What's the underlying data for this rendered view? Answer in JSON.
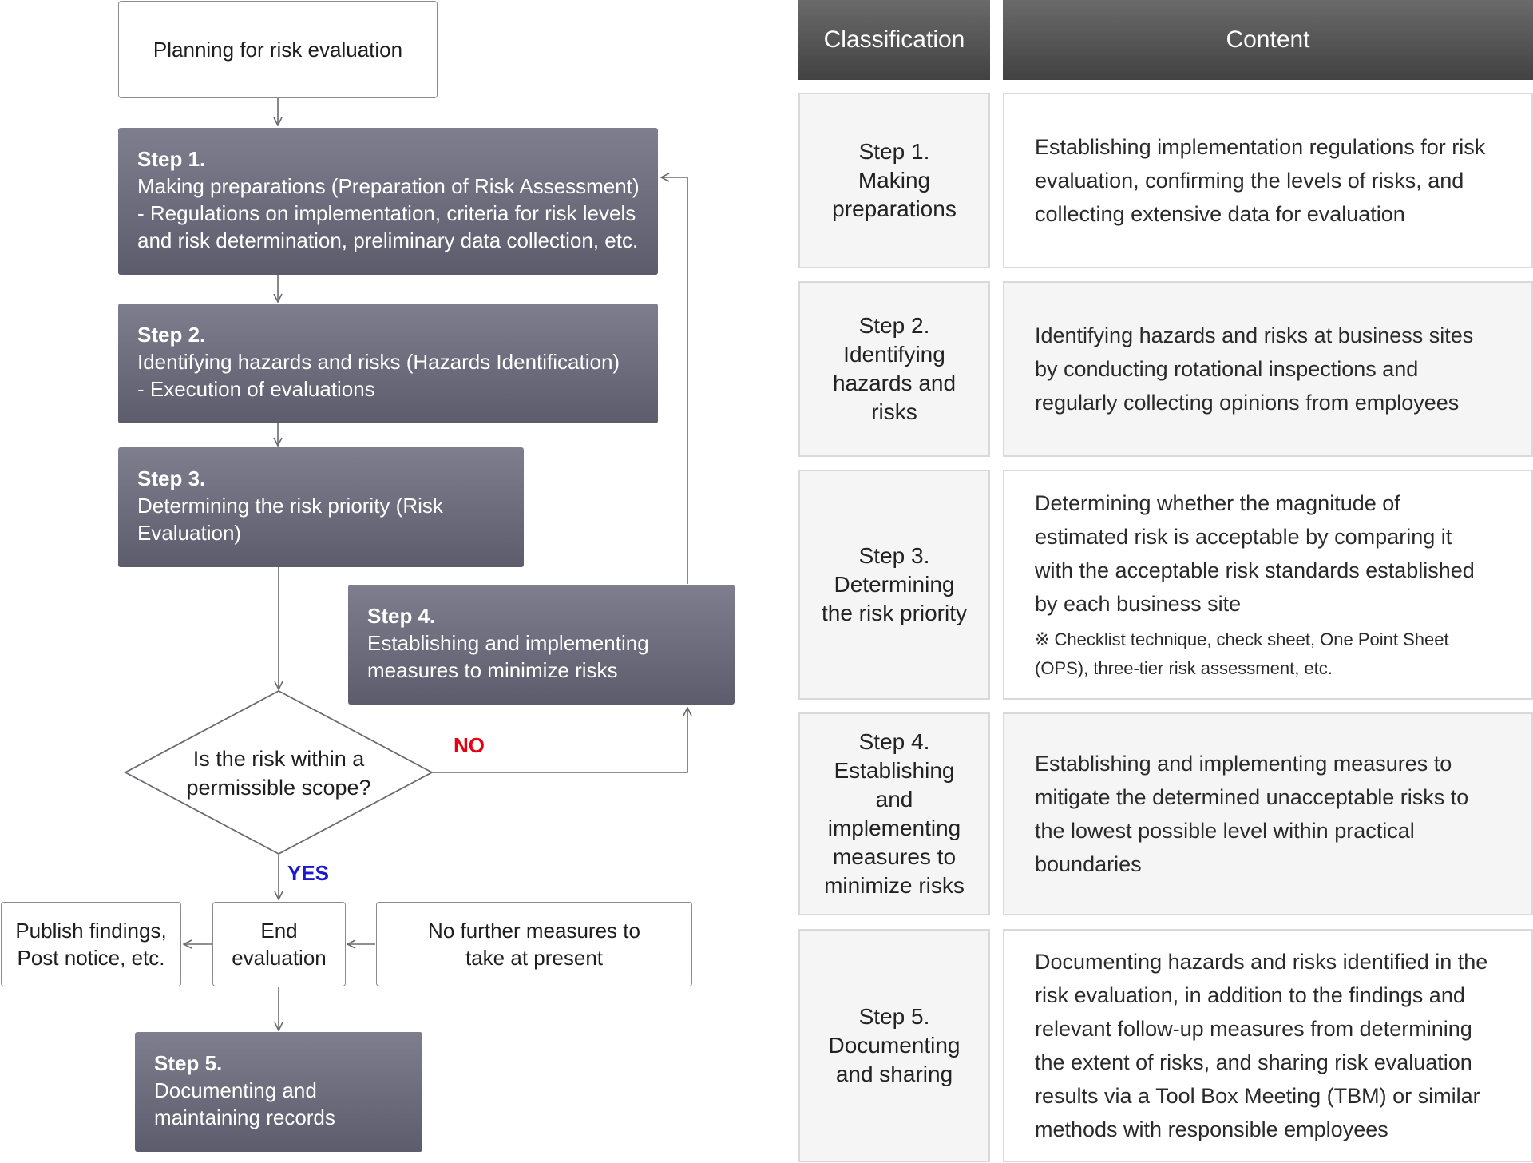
{
  "flow": {
    "planning": "Planning for risk evaluation",
    "step1": {
      "title": "Step 1.",
      "lines": [
        "Making preparations (Preparation of Risk Assessment)",
        "- Regulations on implementation, criteria for risk levels",
        "and risk determination, preliminary data collection, etc."
      ]
    },
    "step2": {
      "title": "Step 2.",
      "lines": [
        "Identifying hazards and risks (Hazards Identification)",
        "- Execution of evaluations"
      ]
    },
    "step3": {
      "title": "Step 3.",
      "lines": [
        "Determining the risk priority (Risk",
        "Evaluation)"
      ]
    },
    "step4": {
      "title": "Step 4.",
      "lines": [
        "Establishing and implementing",
        "measures to minimize risks"
      ]
    },
    "decision": [
      "Is the risk within a",
      "permissible scope?"
    ],
    "no_label": "NO",
    "yes_label": "YES",
    "publish": [
      "Publish findings,",
      "Post notice, etc."
    ],
    "end": [
      "End",
      "evaluation"
    ],
    "no_further": [
      "No further measures to",
      "take at present"
    ],
    "step5": {
      "title": "Step 5.",
      "lines": [
        "Documenting and",
        "maintaining records"
      ]
    },
    "colors": {
      "no": "#e60012",
      "yes": "#1a1acc"
    }
  },
  "table": {
    "headers": [
      "Classification",
      "Content"
    ],
    "rows": [
      {
        "classification": [
          "Step 1.",
          "Making",
          "preparations"
        ],
        "content": [
          "Establishing implementation regulations for risk",
          "evaluation, confirming the levels of risks, and",
          "collecting extensive data for evaluation"
        ]
      },
      {
        "classification": [
          "Step 2.",
          "Identifying",
          "hazards and",
          "risks"
        ],
        "content": [
          "Identifying hazards and risks at business sites",
          "by conducting rotational inspections and",
          "regularly collecting opinions from employees"
        ]
      },
      {
        "classification": [
          "Step 3.",
          "Determining",
          "the risk priority"
        ],
        "content": [
          "Determining whether the magnitude of",
          "estimated risk is acceptable by comparing it",
          "with the acceptable risk standards established",
          "by each business site"
        ],
        "note": [
          "※ Checklist technique, check sheet, One Point Sheet",
          "(OPS), three-tier risk assessment, etc."
        ]
      },
      {
        "classification": [
          "Step 4.",
          "Establishing",
          "and",
          "implementing",
          "measures to",
          "minimize risks"
        ],
        "content": [
          "Establishing and implementing measures to",
          "mitigate the determined unacceptable risks to",
          "the lowest possible level within practical",
          "boundaries"
        ]
      },
      {
        "classification": [
          "Step 5.",
          "Documenting",
          "and sharing"
        ],
        "content": [
          "Documenting hazards and risks identified in the",
          "risk evaluation, in addition to the findings and",
          "relevant follow-up measures from determining",
          "the extent of risks, and sharing risk evaluation",
          "results via a Tool Box Meeting (TBM) or similar",
          "methods with responsible employees"
        ]
      }
    ]
  }
}
